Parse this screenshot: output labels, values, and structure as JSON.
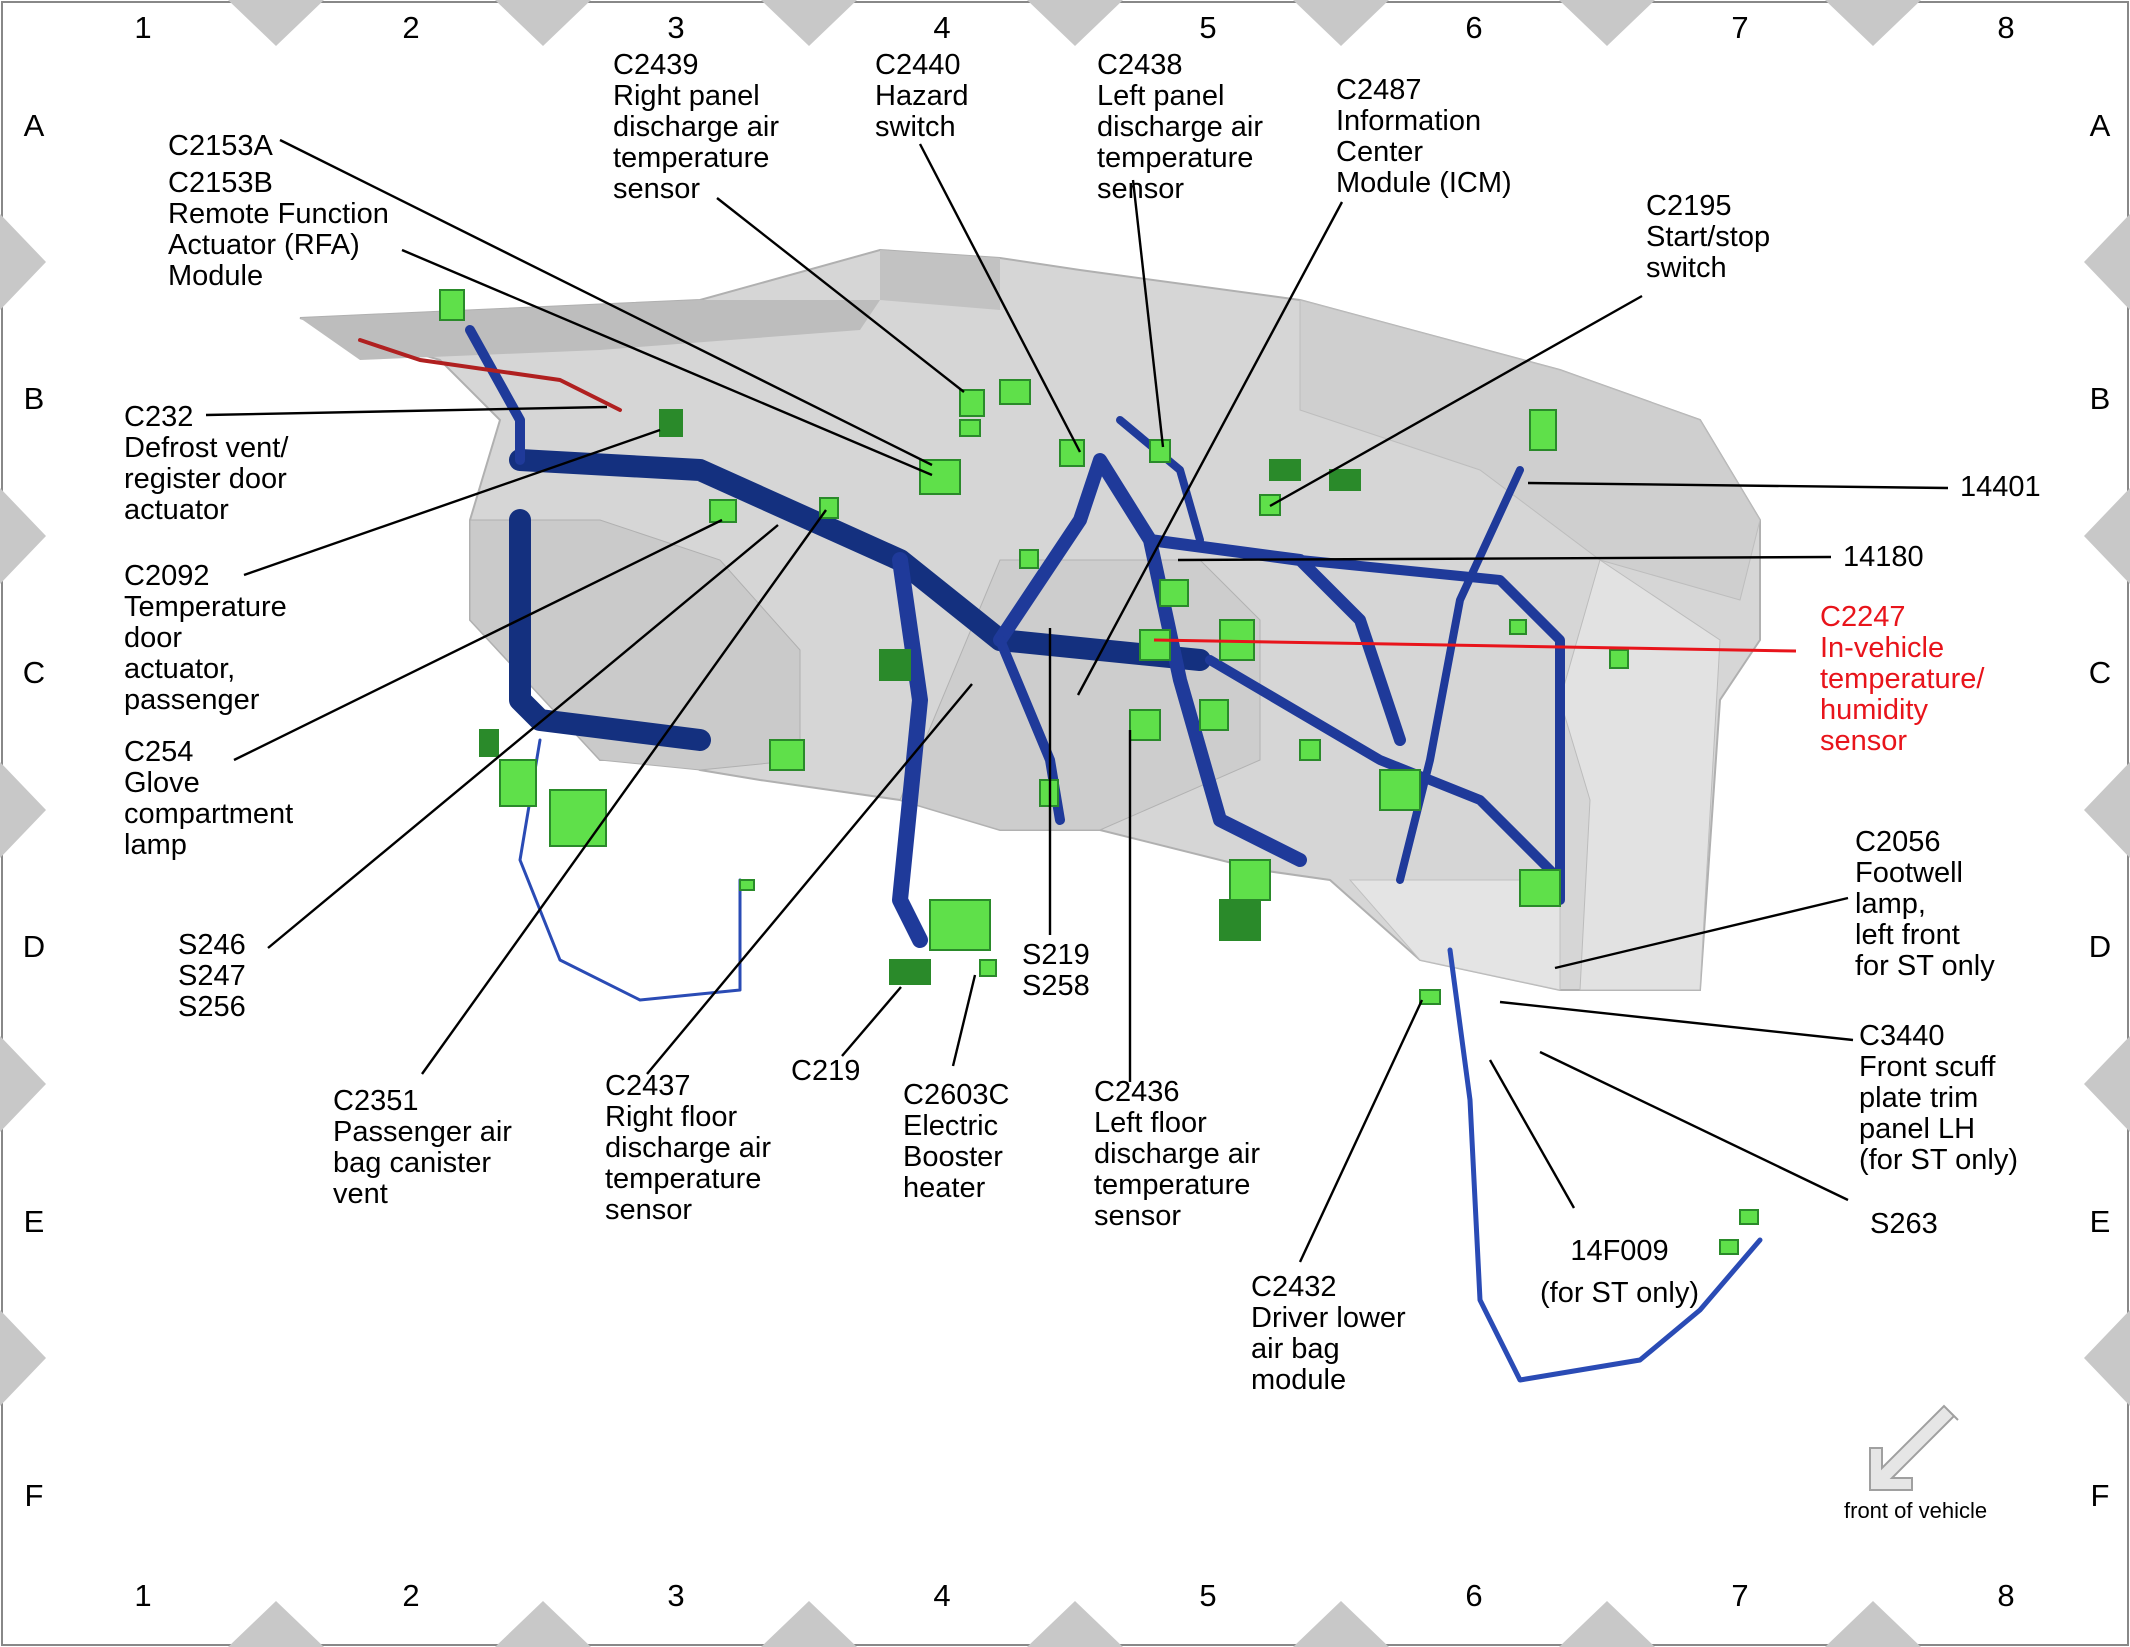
{
  "grid": {
    "columns": [
      "1",
      "2",
      "3",
      "4",
      "5",
      "6",
      "7",
      "8"
    ],
    "rows": [
      "A",
      "B",
      "C",
      "D",
      "E",
      "F"
    ]
  },
  "callouts": {
    "c2153a": "C2153A",
    "c2153b": "C2153B\nRemote Function\nActuator (RFA)\nModule",
    "c232": "C232\nDefrost vent/\nregister door\nactuator",
    "c2092": "C2092\nTemperature\ndoor\nactuator,\npassenger",
    "c254": "C254\nGlove\ncompartment\nlamp",
    "s246": "S246\nS247\nS256",
    "c2351": "C2351\nPassenger air\nbag canister\nvent",
    "c2437": "C2437\nRight floor\ndischarge air\ntemperature\nsensor",
    "c219": "C219",
    "c2603c": "C2603C\nElectric\nBooster\nheater",
    "s219": "S219\nS258",
    "c2436": "C2436\nLeft floor\ndischarge air\ntemperature\nsensor",
    "c2439": "C2439\nRight panel\ndischarge air\ntemperature\nsensor",
    "c2440": "C2440\nHazard\nswitch",
    "c2438": "C2438\nLeft panel\ndischarge air\ntemperature\nsensor",
    "c2487": "C2487\nInformation\nCenter\nModule (ICM)",
    "c2195": "C2195\nStart/stop\nswitch",
    "n14401": "14401",
    "n14180": "14180",
    "c2247": "C2247\nIn-vehicle\ntemperature/\nhumidity\nsensor",
    "c2056": "C2056\nFootwell\nlamp,\nleft front\nfor ST only",
    "c3440": "C3440\nFront scuff\nplate trim\npanel LH\n(for ST only)",
    "s263": "S263",
    "n14f009": "14F009\n(for ST only)",
    "c2432": "C2432\nDriver lower\nair bag\nmodule"
  },
  "front_label": "front of vehicle",
  "colors": {
    "harness": "#1f3a9a",
    "harness_dark": "#0d1f6b",
    "connector": "#5fe04a",
    "connector_dark": "#2a8a2a",
    "highlight": "#e8141b",
    "panel": "#d9d9d9",
    "marker": "#c8c8c8"
  }
}
